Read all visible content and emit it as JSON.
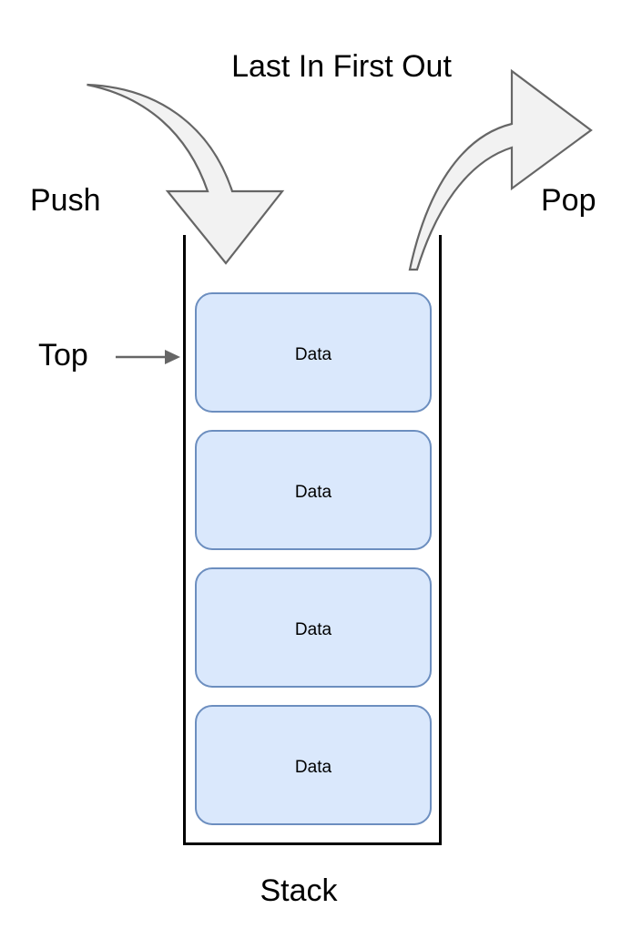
{
  "diagram": {
    "title": "Last In First Out",
    "caption": "Stack",
    "push_label": "Push",
    "pop_label": "Pop",
    "top_label": "Top",
    "cells": [
      {
        "label": "Data"
      },
      {
        "label": "Data"
      },
      {
        "label": "Data"
      },
      {
        "label": "Data"
      }
    ],
    "colors": {
      "background": "#ffffff",
      "cell_fill": "#dae8fc",
      "cell_stroke": "#6c8ebf",
      "arrow_fill": "#f2f2f2",
      "arrow_stroke": "#666666",
      "wall_stroke": "#000000",
      "text": "#000000",
      "pointer": "#666666"
    },
    "icons": {
      "push_arrow": "curved-down-arrow-icon",
      "pop_arrow": "curved-right-arrow-icon",
      "top_pointer": "right-arrow-icon"
    }
  }
}
